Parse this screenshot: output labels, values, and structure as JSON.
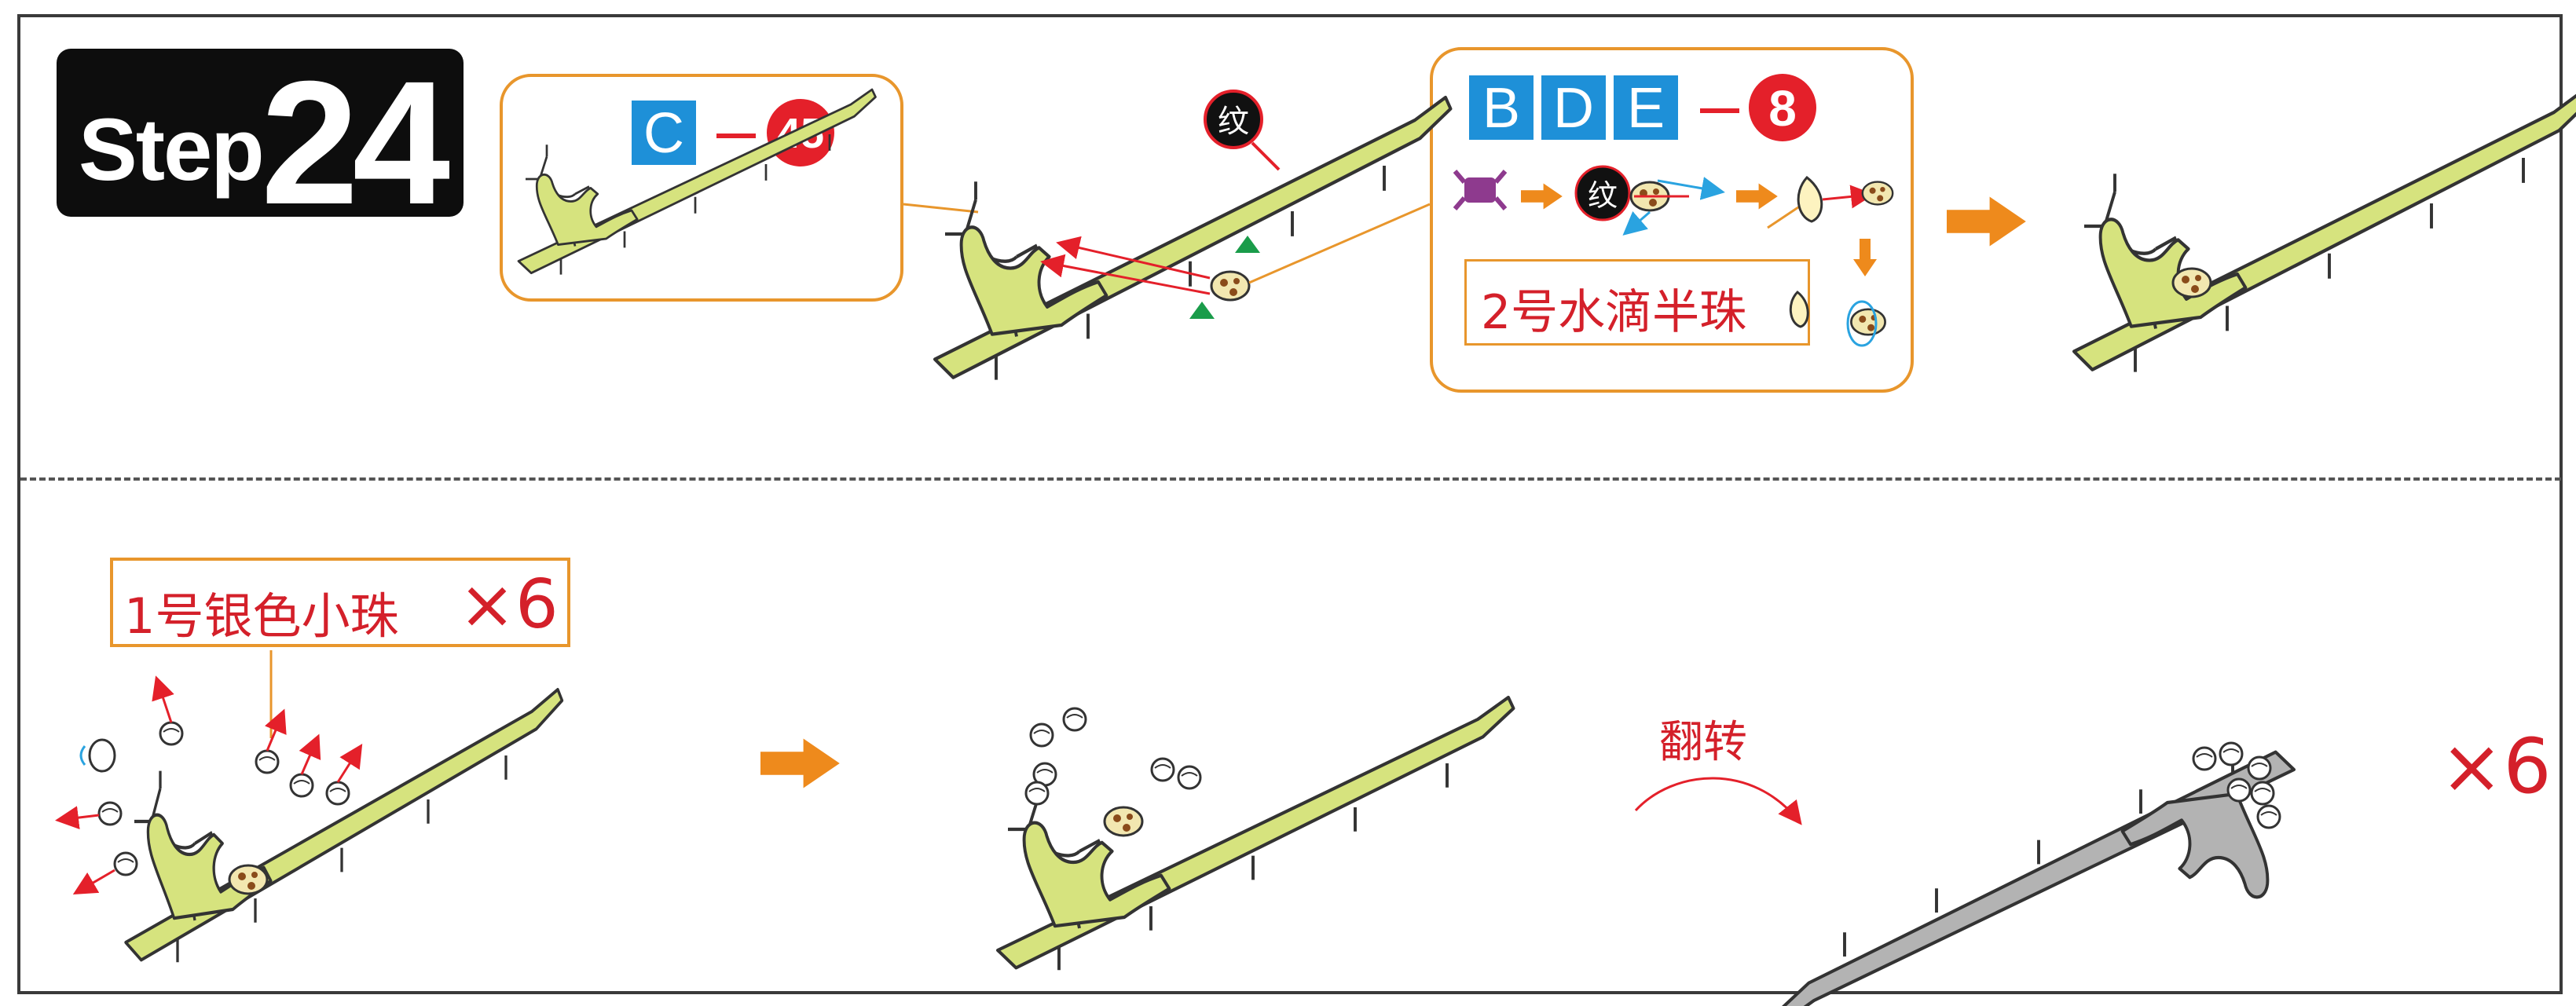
{
  "step": {
    "word": "Step",
    "number": "24"
  },
  "callout_left": {
    "code": "C",
    "count": "45"
  },
  "callout_right": {
    "codes": [
      "B",
      "D",
      "E"
    ],
    "count": "8",
    "bead_label": "2号水滴半珠"
  },
  "pattern_marker": "纹",
  "bottom": {
    "bead_label": "1号银色小珠",
    "bead_multiplier": "×6",
    "flip_label": "翻转",
    "repeat_multiplier": "×6"
  },
  "colors": {
    "part_green": "#d6e37e",
    "part_gray": "#b3b3b3",
    "accent_orange": "#ee8a1c",
    "code_blue": "#1e90d8",
    "accent_red": "#e4202a",
    "triangle_green": "#1a9c4a",
    "arrow_blue": "#2aa3e0",
    "connector_purple": "#8e3a8e"
  }
}
